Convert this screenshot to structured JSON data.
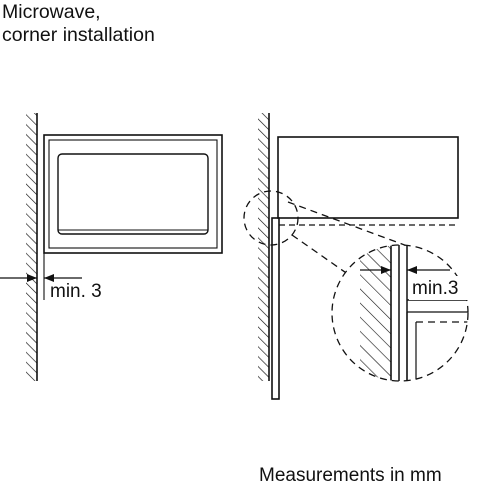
{
  "title": {
    "line1": "Microwave,",
    "line2": "corner installation"
  },
  "left_view": {
    "gap_label": "min. 3"
  },
  "right_view": {
    "detail_gap_label": "min.3"
  },
  "footer": {
    "note": "Measurements in mm"
  }
}
